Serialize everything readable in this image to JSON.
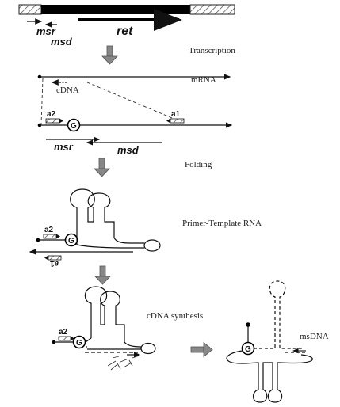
{
  "gene": {
    "msr": "msr",
    "msd": "msd",
    "ret": "ret"
  },
  "steps": {
    "transcription": "Transcription",
    "folding": "Folding",
    "primer_template": "Primer-Template RNA",
    "cdna_synthesis": "cDNA synthesis",
    "msdna": "msDNA"
  },
  "labels": {
    "mrna": "mRNA",
    "cdna": "cDNA",
    "a1": "a1",
    "a2": "a2",
    "g": "G",
    "msr": "msr",
    "msd": "msd"
  }
}
